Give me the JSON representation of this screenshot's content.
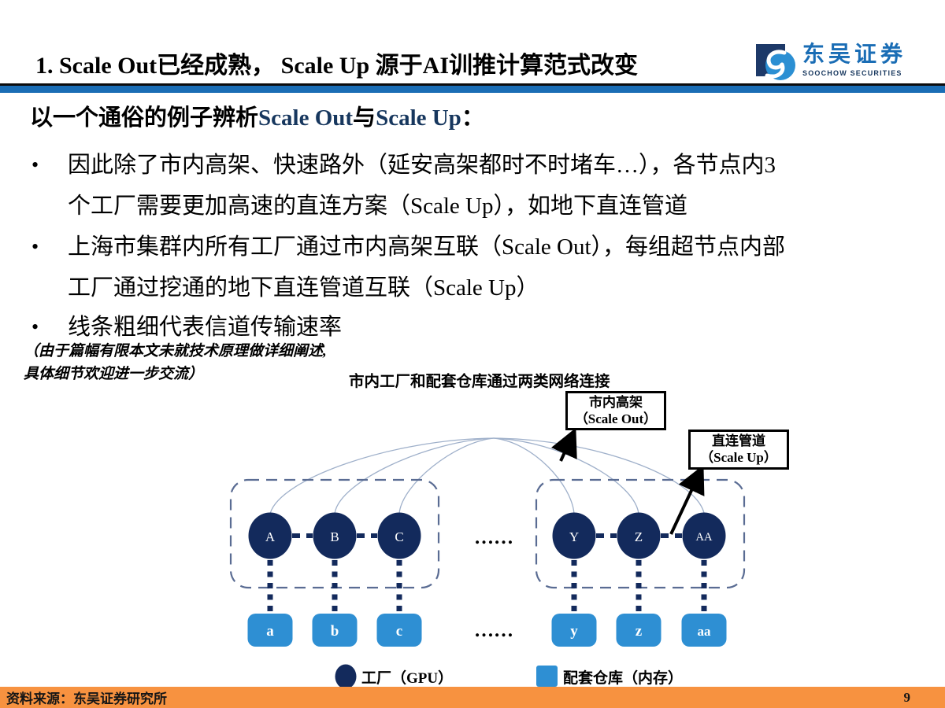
{
  "header": {
    "title": "1. Scale Out已经成熟， Scale Up 源于AI训推计算范式改变",
    "logo_cn": "东吴证券",
    "logo_en": "SOOCHOW SECURITIES"
  },
  "heading": {
    "part1": "以一个通俗的例子辨析",
    "part2": "Scale Out",
    "part3": "与",
    "part4": "Scale Up",
    "part5": "："
  },
  "bullet_char": "•",
  "bullets": [
    {
      "lines": [
        "因此除了市内高架、快速路外（延安高架都时不时堵车…），各节点内3",
        "个工厂需要更加高速的直连方案（Scale Up），如地下直连管道"
      ]
    },
    {
      "lines": [
        "上海市集群内所有工厂通过市内高架互联（Scale Out），每组超节点内部",
        "工厂通过挖通的地下直连管道互联（Scale Up）"
      ]
    },
    {
      "lines": [
        "线条粗细代表信道传输速率"
      ]
    }
  ],
  "note": {
    "line1": "（由于篇幅有限本文未就技术原理做详细阐述,",
    "line2": "具体细节欢迎进一步交流）"
  },
  "diagram": {
    "title": "市内工厂和配套仓库通过两类网络连接",
    "callout_out": {
      "line1": "市内高架",
      "line2": "（Scale Out）"
    },
    "callout_up": {
      "line1": "直连管道",
      "line2": "（Scale Up）"
    },
    "gpu_left": [
      "A",
      "B",
      "C"
    ],
    "gpu_right": [
      "Y",
      "Z",
      "AA"
    ],
    "mem_left": [
      "a",
      "b",
      "c"
    ],
    "mem_right": [
      "y",
      "z",
      "aa"
    ],
    "ellipsis": "……",
    "legend_gpu": "工厂（GPU）",
    "legend_mem": "配套仓库（内存）",
    "colors": {
      "gpu_node": "#132a5c",
      "mem_node": "#2e8fd3",
      "accent_blue": "#1a6db5",
      "footer_orange": "#f79240"
    }
  },
  "footer": {
    "source": "资料来源：东吴证券研究所",
    "page": "9"
  }
}
